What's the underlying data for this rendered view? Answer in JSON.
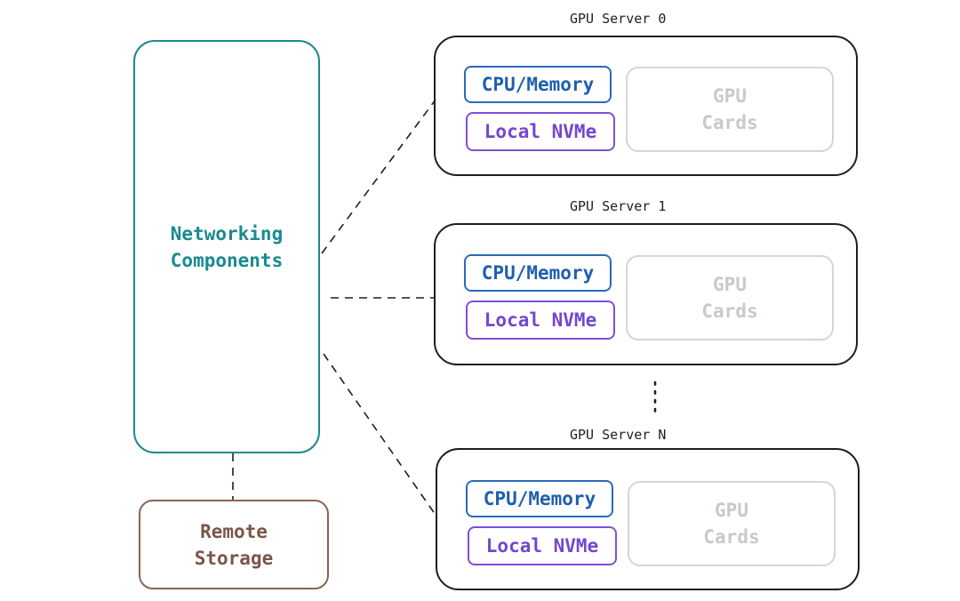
{
  "networking": {
    "line1": "Networking",
    "line2": "Components"
  },
  "remote_storage": {
    "line1": "Remote",
    "line2": "Storage"
  },
  "servers": [
    {
      "title": "GPU Server 0",
      "cpu_label": "CPU/Memory",
      "nvme_label": "Local NVMe",
      "gpu_line1": "GPU",
      "gpu_line2": "Cards"
    },
    {
      "title": "GPU Server 1",
      "cpu_label": "CPU/Memory",
      "nvme_label": "Local NVMe",
      "gpu_line1": "GPU",
      "gpu_line2": "Cards"
    },
    {
      "title": "GPU Server N",
      "cpu_label": "CPU/Memory",
      "nvme_label": "Local NVMe",
      "gpu_line1": "GPU",
      "gpu_line2": "Cards"
    }
  ],
  "colors": {
    "networking": "#1a8a8f",
    "remote_storage": "#8a6356",
    "cpu_memory": "#2a6bb8",
    "local_nvme": "#7c4fd8",
    "gpu_cards": "#d2d6d9",
    "server_border": "#1e1e1e"
  }
}
